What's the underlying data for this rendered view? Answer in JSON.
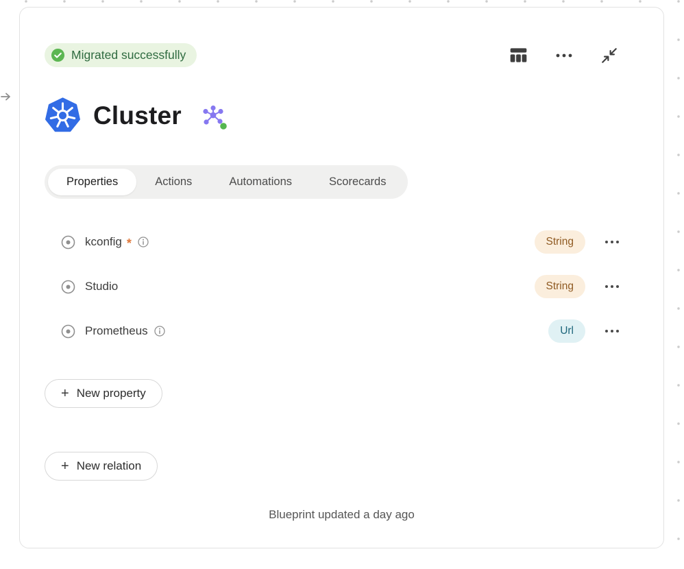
{
  "status": {
    "label": "Migrated successfully"
  },
  "header": {
    "title": "Cluster"
  },
  "toolbar": {
    "table_view_icon": "table-view",
    "more_icon": "more-options",
    "collapse_icon": "collapse"
  },
  "tabs": [
    {
      "label": "Properties",
      "active": true
    },
    {
      "label": "Actions",
      "active": false
    },
    {
      "label": "Automations",
      "active": false
    },
    {
      "label": "Scorecards",
      "active": false
    }
  ],
  "properties": [
    {
      "name": "kconfig",
      "required": "*",
      "has_info": true,
      "type": "String"
    },
    {
      "name": "Studio",
      "required": "",
      "has_info": false,
      "type": "String"
    },
    {
      "name": "Prometheus",
      "required": "",
      "has_info": true,
      "type": "Url"
    }
  ],
  "actions": {
    "plus": "+",
    "new_property": "New property",
    "new_relation": "New relation"
  },
  "footer": {
    "updated_text": "Blueprint updated a day ago"
  },
  "colors": {
    "status_bg": "#e9f4e1",
    "status_text": "#2f6b40",
    "status_check": "#5cb652",
    "string_badge_bg": "#fbeedd",
    "string_badge_text": "#8f5a22",
    "url_badge_bg": "#e0f1f4",
    "url_badge_text": "#1c657a",
    "kubernetes_blue": "#326ce5",
    "cluster_icon_purple": "#8678f0",
    "cluster_icon_green": "#55b64f",
    "required_asterisk": "#e0793c"
  }
}
